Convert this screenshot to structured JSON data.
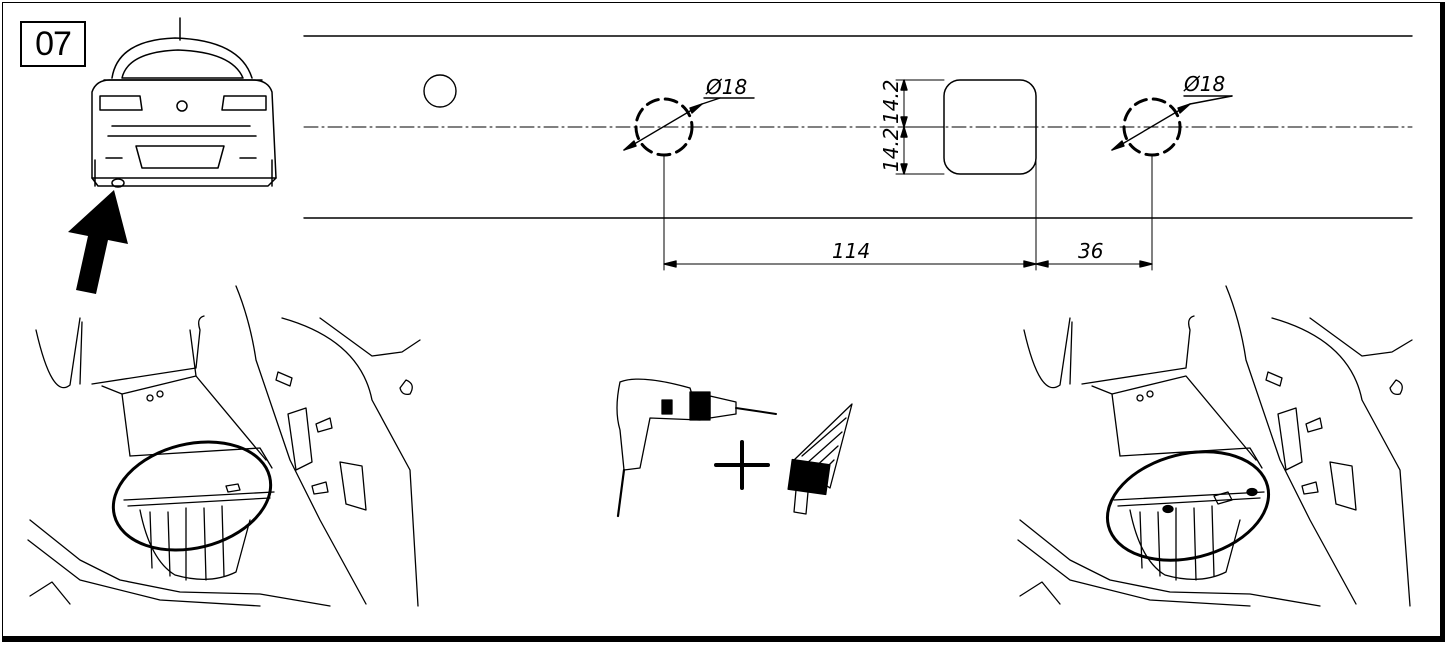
{
  "step": {
    "number": "07"
  },
  "dimensions": {
    "hole_diameter_left": "Ø18",
    "hole_diameter_right": "Ø18",
    "offset_upper": "14.2",
    "offset_lower": "14.2",
    "distance_main": "114",
    "distance_secondary": "36"
  },
  "colors": {
    "ink": "#000000",
    "background": "#ffffff"
  },
  "icons": [
    "car-rear-icon",
    "arrow-up-icon",
    "drill-icon",
    "plus-icon",
    "step-drill-bit-icon"
  ]
}
